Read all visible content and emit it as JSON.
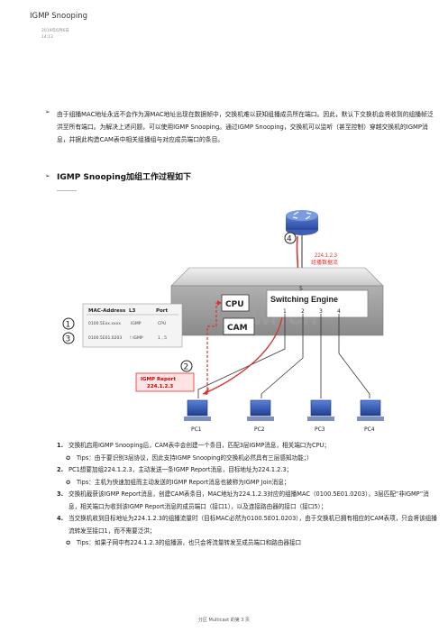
{
  "header": {
    "title": "IGMP Snooping",
    "date": "2019年6月6日",
    "time": "14:12"
  },
  "bullet1": "由于组播MAC地址永远不会作为源MAC地址出现在数据帧中，交换机难以获知组播成员所在端口。因此，默认下交换机会将收到的组播帧泛洪至所有端口。为解决上述问题，可以使用IGMP Snooping。通过IGMP Snooping，交换机可以监听（甚至控制）穿越交换机的IGMP消息，并据此构造CAM表中相关组播组与对应成员端口的条目。",
  "section_title": "IGMP Snooping加组工作过程如下",
  "diagram": {
    "switch_label": "Switching Engine",
    "ports": [
      "1",
      "2",
      "3",
      "4"
    ],
    "port5": "5",
    "cpu": "CPU",
    "cam": "CAM",
    "table_head": [
      "MAC-Address",
      "L3",
      "Port"
    ],
    "row1": [
      "0100.5Exx.xxxx",
      "IGMP",
      "CPU"
    ],
    "row2": [
      "0100.5E01.0203",
      "! IGMP",
      "1 , 5"
    ],
    "router_text": [
      "224.1.2.3",
      "组播数据流"
    ],
    "report_text": [
      "IGMP Report",
      "224.1.2.3"
    ],
    "markers": [
      "①",
      "②",
      "③",
      "④"
    ],
    "pcs": [
      "PC1",
      "PC2",
      "PC3",
      "PC4"
    ]
  },
  "steps": [
    {
      "num": "1.",
      "text": "交换机启用IGMP Snooping后，CAM表中会创建一个条目，匹配3层IGMP消息，相关端口为CPU；",
      "tip": "Tips：由于要识别3层协议，因此支持IGMP Snooping的交换机必然具有三层感知功能；）"
    },
    {
      "num": "2.",
      "text": "PC1想要加组224.1.2.3，主动发送一条IGMP Report消息，目标地址为224.1.2.3；",
      "tip": "Tips：主机为快速加组而主动发送的IGMP Report消息也被称为IGMP Join消息；"
    },
    {
      "num": "3.",
      "text": "交换机截获该IGMP Report消息，创建CAM表条目，MAC地址为224.1.2.3对应的组播MAC（0100.5E01.0203），3层匹配“非IGMP”消息，相关端口为收到该IGMP Report消息的成员端口（接口1），以及连接路由器的接口（接口5）；",
      "tip": ""
    },
    {
      "num": "4.",
      "text": "当交换机收到目标地址为224.1.2.3的组播流量时（目标MAC必然为0100.5E01.0203），由于交换机已拥有相应的CAM表项，只会将该组播流转发至接口1，而不需要泛洪；",
      "tip": "Tips：如果子网中有224.1.2.3的组播源，也只会将流量转发至成员端口和路由器接口"
    }
  ],
  "footer": "分区 Multicast 的第 3 页"
}
